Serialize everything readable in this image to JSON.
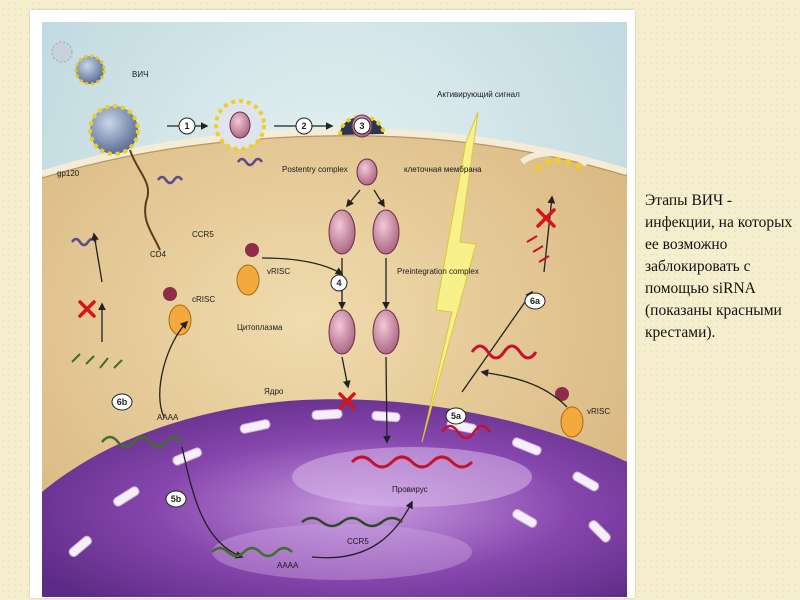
{
  "labels": {
    "hiv": "ВИЧ",
    "gp120": "gp120",
    "ccr5_receptor": "CCR5",
    "cd4": "CD4",
    "activating_signal": "Активирующий сигнал",
    "postentry_complex": "Postentry complex",
    "cell_membrane": "клеточная мембрана",
    "vrisc_left": "vRISC",
    "crisc": "cRISC",
    "cytoplasm": "Цитоплазма",
    "preintegration_complex": "Preintegration complex",
    "nucleus": "Ядро",
    "provirus": "Провирус",
    "vrisc_right": "vRISC",
    "ccr5_gene": "CCR5",
    "polya_top": "AAAA",
    "polya_bottom": "AAAA"
  },
  "steps": {
    "s1": "1",
    "s2": "2",
    "s3": "3",
    "s4": "4",
    "s5a": "5a",
    "s5b": "5b",
    "s6a": "6a",
    "s6b": "6b"
  },
  "caption": "Этапы ВИЧ - инфекции, на которых ее возможно заблокировать с помощью siRNA (показаны красными крестами).",
  "colors": {
    "background": "#f6efcf",
    "extracellular": "#c7dfe4",
    "cytoplasm": "#e2c48e",
    "nucleus": "#7e3fa6",
    "block_cross": "#d7141c",
    "rna_green": "#3f6f2a",
    "rna_red": "#c8102e"
  },
  "icons": [
    "hiv-virion",
    "receptor-coil",
    "risc-complex",
    "block-cross",
    "lightning-bolt"
  ]
}
